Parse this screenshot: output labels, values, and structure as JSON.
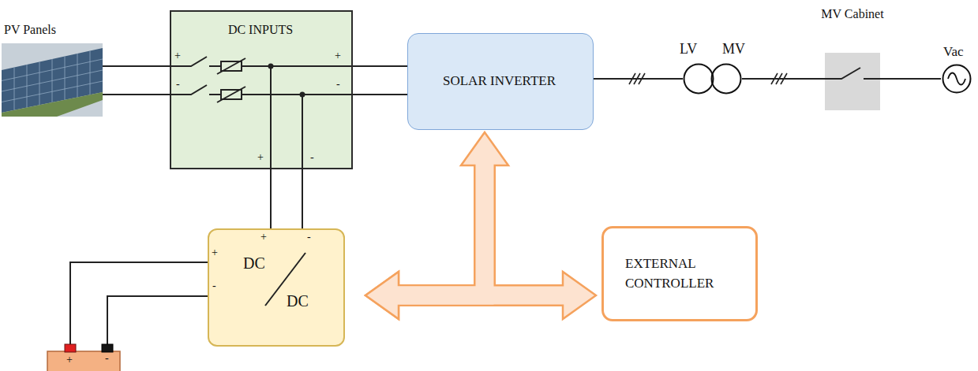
{
  "diagram": {
    "nodes": [
      {
        "text": [
          "PV Panels"
        ]
      },
      {
        "text": [
          "DC INPUTS"
        ]
      },
      {
        "text": [
          "SOLAR INVERTER"
        ]
      },
      {
        "text": [
          "LV",
          "MV"
        ]
      },
      {
        "text": [
          "MV Cabinet"
        ]
      },
      {
        "text": [
          "Vac"
        ]
      },
      {
        "text": [
          "DC",
          "DC"
        ]
      },
      {
        "text": [
          "EXTERNAL CONTROLLER"
        ]
      }
    ],
    "edges": [
      {
        "from": 0,
        "to": 1,
        "arrow": "none"
      },
      {
        "from": 1,
        "to": 2,
        "arrow": "none"
      },
      {
        "from": 2,
        "to": 3,
        "arrow": "none"
      },
      {
        "from": 3,
        "to": 4,
        "arrow": "none"
      },
      {
        "from": 4,
        "to": 5,
        "arrow": "none"
      },
      {
        "from": 1,
        "to": 6,
        "arrow": "none"
      },
      {
        "from": 6,
        "to": 2,
        "arrow": "both"
      },
      {
        "from": 6,
        "to": 7,
        "arrow": "both"
      }
    ],
    "labels": [
      "+",
      "-",
      "+",
      "-",
      "+",
      "-",
      "+",
      "-",
      "+",
      "-",
      "+",
      "-"
    ]
  }
}
